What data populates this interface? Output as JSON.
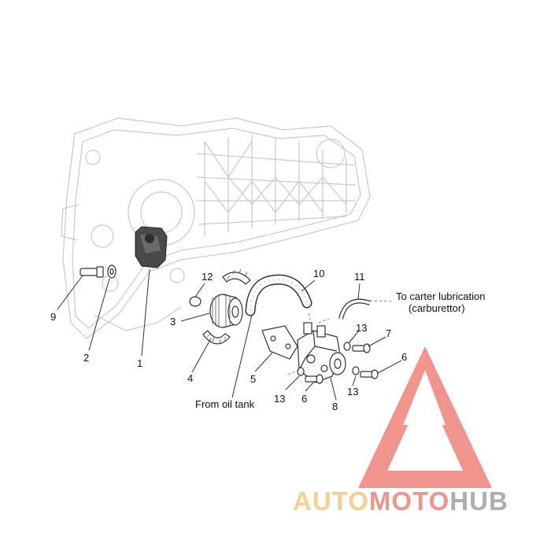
{
  "diagram": {
    "callouts": {
      "c1": "1",
      "c2": "2",
      "c3": "3",
      "c4": "4",
      "c5": "5",
      "c6a": "6",
      "c6b": "6",
      "c7": "7",
      "c8": "8",
      "c9": "9",
      "c10": "10",
      "c11": "11",
      "c12": "12",
      "c13a": "13",
      "c13b": "13",
      "c13c": "13"
    },
    "notes": {
      "carter_line1": "To carter lubrication",
      "carter_line2": "(carburettor)",
      "oil_tank": "From oil tank"
    }
  },
  "watermark": {
    "logo_part1": "AUTO",
    "logo_part2": "MOTO",
    "logo_part3": "HUB",
    "colors": {
      "auto": "#f5c27a",
      "moto": "#f07a72",
      "hub": "#9a9a9a",
      "triangle": "#f07a72"
    }
  }
}
